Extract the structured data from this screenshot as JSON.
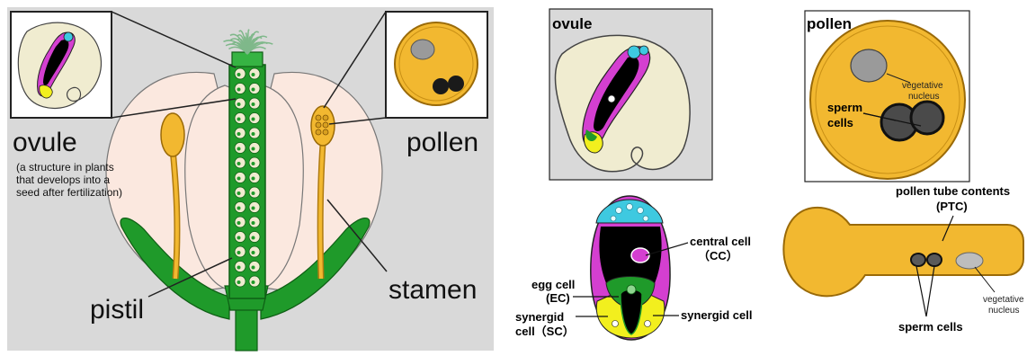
{
  "left_panel": {
    "ovule_label": "ovule",
    "ovule_note_lines": [
      "(a structure in plants",
      "that develops into a",
      "seed after fertilization)"
    ],
    "pollen_label": "pollen",
    "pistil_label": "pistil",
    "stamen_label": "stamen"
  },
  "ovule_box": {
    "title": "ovule"
  },
  "pollen_box": {
    "title": "pollen",
    "vegetative_lines": [
      "vegetative",
      "nucleus"
    ],
    "sperm_lines": [
      "sperm",
      "cells"
    ]
  },
  "embryo_sac": {
    "central_cell_lines": [
      "central cell",
      "（CC）"
    ],
    "egg_cell_lines": [
      "egg cell",
      "(EC)"
    ],
    "synergid_left_lines": [
      "synergid",
      "cell（SC）"
    ],
    "synergid_right": "synergid cell"
  },
  "pollen_tube": {
    "ptc_lines": [
      "pollen tube contents",
      "(PTC)"
    ],
    "vegetative_lines": [
      "vegetative",
      "nucleus"
    ],
    "sperm_label": "sperm cells"
  },
  "colors": {
    "panel_bg": "#d9d9d9",
    "stem_green": "#1f9a2a",
    "pollen_gold": "#f2b830",
    "ovule_cream": "#f0ecd0",
    "central_magenta": "#d43fd0",
    "synergid_yellow": "#f2ef1e",
    "antipodal_cyan": "#3ec9e0"
  }
}
